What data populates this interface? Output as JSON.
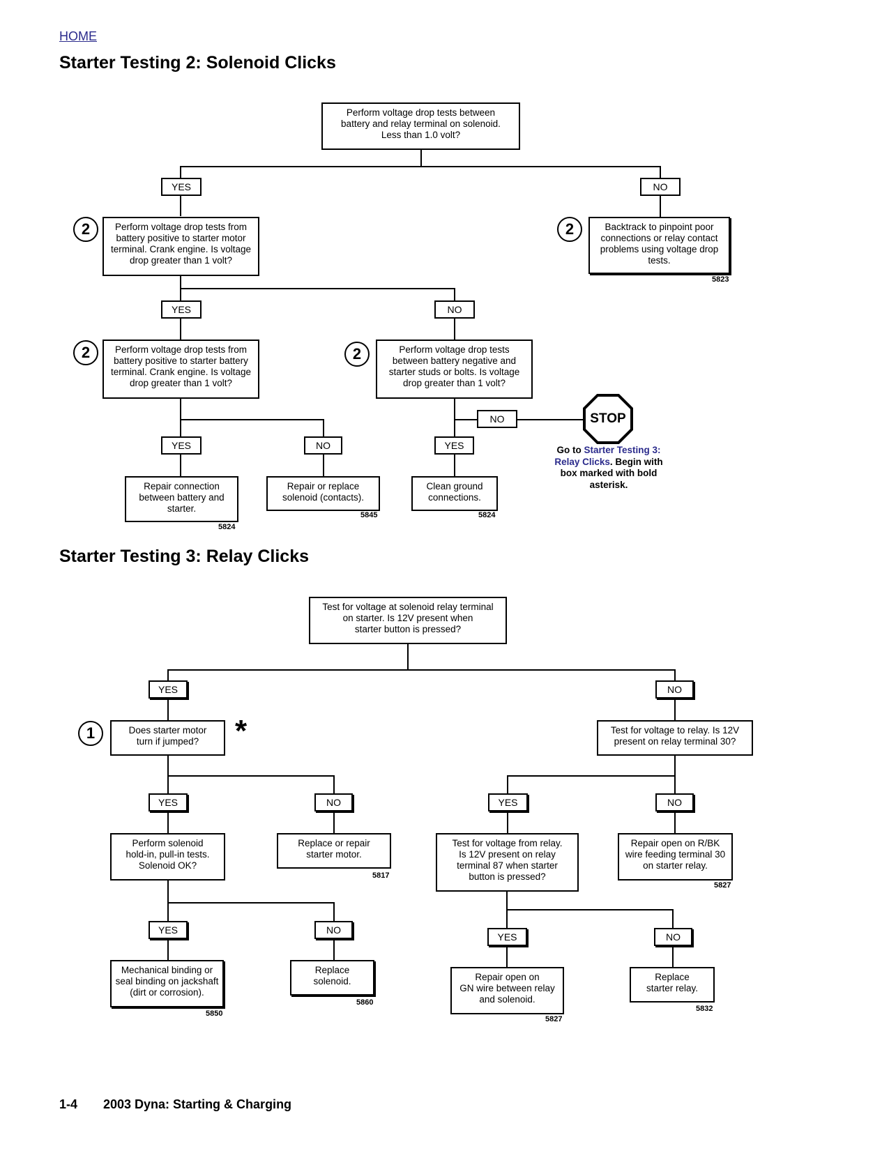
{
  "nav": {
    "home": "HOME"
  },
  "section1": {
    "title": "Starter Testing 2: Solenoid Clicks",
    "top": "Perform voltage drop tests between\nbattery and relay terminal on solenoid.\nLess than 1.0 volt?",
    "left1": "Perform voltage drop tests from\nbattery positive to starter motor\nterminal. Crank engine. Is voltage\ndrop greater than 1 volt?",
    "right1": "Backtrack to pinpoint poor\nconnections or relay contact\nproblems using voltage drop\ntests.",
    "right1_code": "5823",
    "left2": "Perform voltage drop tests from\nbattery positive to starter battery\nterminal. Crank engine. Is voltage\ndrop greater than 1 volt?",
    "mid2": "Perform voltage drop tests\nbetween battery negative and\nstarter studs or bolts. Is voltage\ndrop greater than 1 volt?",
    "leaf_a": "Repair connection\nbetween battery and\nstarter.",
    "leaf_a_code": "5824",
    "leaf_b": "Repair or replace\nsolenoid (contacts).",
    "leaf_b_code": "5845",
    "leaf_c": "Clean ground\nconnections.",
    "leaf_c_code": "5824",
    "stop": "STOP",
    "stop_pre": "Go to ",
    "stop_link": "Starter Testing 3: Relay Clicks",
    "stop_post": ". Begin with box marked with bold asterisk.",
    "marker": "2"
  },
  "section2": {
    "title": "Starter Testing 3: Relay Clicks",
    "top": "Test for voltage at solenoid relay terminal\non starter. Is 12V present when\nstarter button is pressed?",
    "jumped": "Does starter motor\nturn if jumped?",
    "marker": "1",
    "asterisk": "*",
    "relay30": "Test for voltage to relay. Is 12V\npresent on relay terminal 30?",
    "solenoid_test": "Perform solenoid\nhold-in, pull-in tests.\nSolenoid OK?",
    "replace_motor": "Replace or repair\nstarter motor.",
    "replace_motor_code": "5817",
    "relay87": "Test for voltage from relay.\nIs 12V present on relay\nterminal 87 when starter\nbutton is pressed?",
    "repair_rbk": "Repair open on R/BK\nwire feeding terminal 30\non starter relay.",
    "repair_rbk_code": "5827",
    "mech": "Mechanical binding or\nseal binding on jackshaft\n(dirt or corrosion).",
    "mech_code": "5850",
    "replace_solenoid": "Replace\nsolenoid.",
    "replace_solenoid_code": "5860",
    "repair_gn": "Repair open on\nGN wire between relay\nand solenoid.",
    "repair_gn_code": "5827",
    "replace_relay": "Replace\nstarter relay.",
    "replace_relay_code": "5832"
  },
  "labels": {
    "yes": "YES",
    "no": "NO"
  },
  "footer": {
    "page": "1-4",
    "title": "2003 Dyna: Starting & Charging"
  }
}
